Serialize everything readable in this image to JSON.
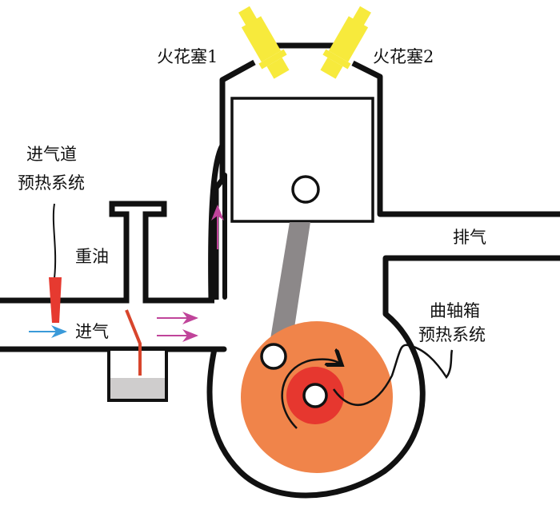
{
  "labels": {
    "spark_plug_1": "火花塞1",
    "spark_plug_2": "火花塞2",
    "intake_preheat_line1": "进气道",
    "intake_preheat_line2": "预热系统",
    "heavy_oil": "重油",
    "intake": "进气",
    "exhaust": "排气",
    "crankcase_preheat_line1": "曲轴箱",
    "crankcase_preheat_line2": "预热系统"
  },
  "colors": {
    "outline": "#111111",
    "spark_plug": "#f7ea3c",
    "heater": "#e63a30",
    "crank_disc": "#f0844a",
    "crank_hub": "#e6372f",
    "rod": "#8c8889",
    "fuel": "#cfcdcd",
    "intake_arrow": "#3a9ad9",
    "flow_arrow": "#c0449a",
    "needle": "#d8452c"
  }
}
